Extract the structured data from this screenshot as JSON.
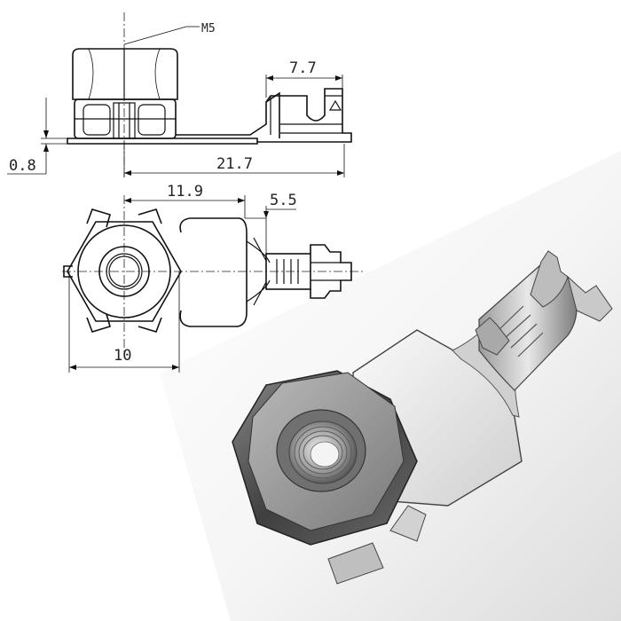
{
  "drawing": {
    "dimensions": {
      "thread_label": "M5",
      "terminal_length_top": "7.7",
      "overall_length": "21.7",
      "thickness": "0.8",
      "hole_center_to_crimp": "11.9",
      "crimp_width": "5.5",
      "nut_width": "10"
    }
  },
  "colors": {
    "line": "#111111",
    "background": "#ffffff",
    "metal_light": "#d9d9d9",
    "metal_dark": "#5a5a5a"
  }
}
